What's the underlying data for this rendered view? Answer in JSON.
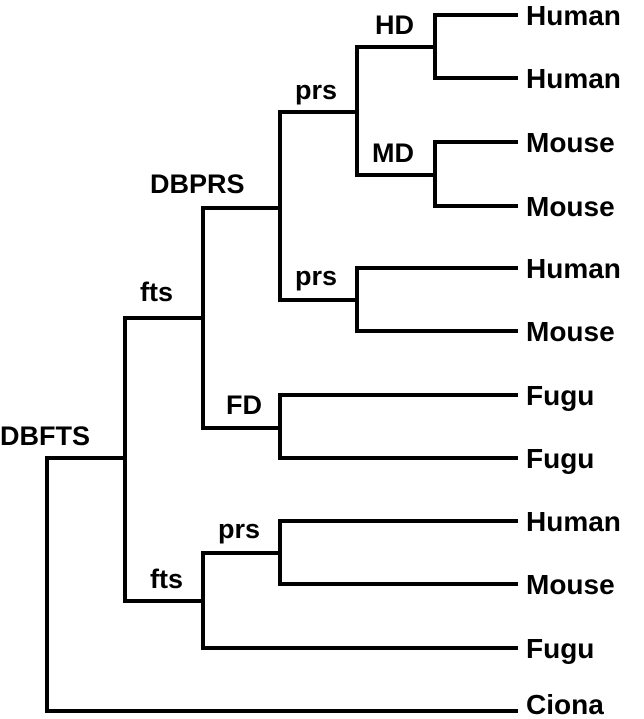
{
  "tree": {
    "leaves": [
      "Human",
      "Human",
      "Mouse",
      "Mouse",
      "Human",
      "Mouse",
      "Fugu",
      "Fugu",
      "Human",
      "Mouse",
      "Fugu",
      "Ciona"
    ],
    "internal_labels": [
      "HD",
      "MD",
      "prs",
      "prs",
      "DBPRS",
      "FD",
      "fts",
      "prs",
      "fts",
      "DBFTS"
    ]
  }
}
